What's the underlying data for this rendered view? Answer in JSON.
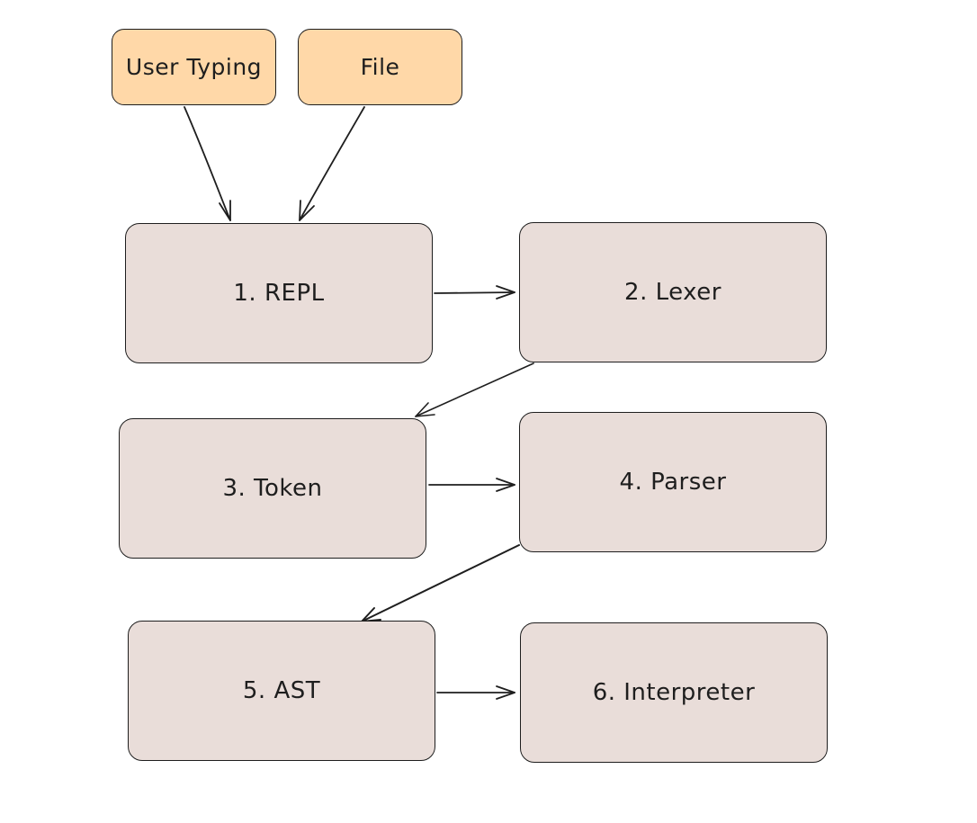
{
  "colors": {
    "input_fill": "#ffd8a8",
    "stage_fill": "#e9ddd9",
    "stroke": "#1e1e1e",
    "background": "#ffffff"
  },
  "nodes": {
    "user_typing": "User Typing",
    "file": "File",
    "repl": "1. REPL",
    "lexer": "2. Lexer",
    "token": "3. Token",
    "parser": "4. Parser",
    "ast": "5. AST",
    "interpreter": "6. Interpreter"
  },
  "edges": [
    {
      "from": "user_typing",
      "to": "repl"
    },
    {
      "from": "file",
      "to": "repl"
    },
    {
      "from": "repl",
      "to": "lexer"
    },
    {
      "from": "lexer",
      "to": "token"
    },
    {
      "from": "token",
      "to": "parser"
    },
    {
      "from": "parser",
      "to": "ast"
    },
    {
      "from": "ast",
      "to": "interpreter"
    }
  ]
}
